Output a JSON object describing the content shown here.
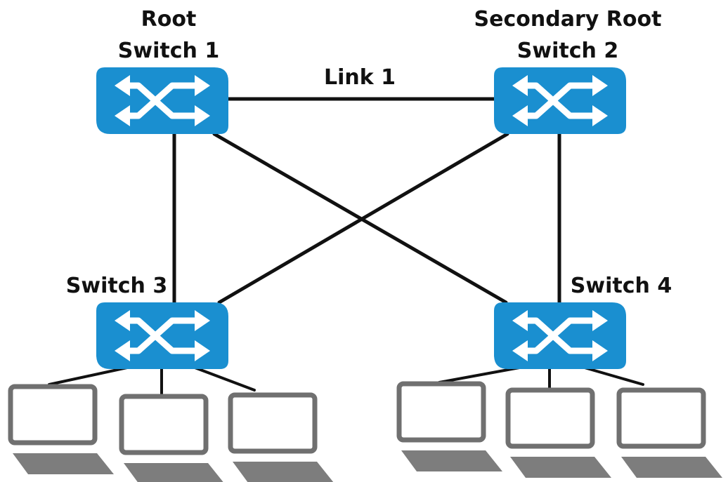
{
  "colors": {
    "switch_fill": "#1a8fd0",
    "link": "#111111",
    "laptop_stroke": "#707070",
    "laptop_base": "#7d7d7d"
  },
  "switches": [
    {
      "id": "switch1",
      "lines": [
        "Root",
        "Switch 1"
      ],
      "icon": "switch-arrows-icon"
    },
    {
      "id": "switch2",
      "lines": [
        "Secondary Root",
        "Switch 2"
      ],
      "icon": "switch-arrows-icon"
    },
    {
      "id": "switch3",
      "lines": [
        "Switch 3"
      ],
      "icon": "switch-arrows-icon"
    },
    {
      "id": "switch4",
      "lines": [
        "Switch 4"
      ],
      "icon": "switch-arrows-icon"
    }
  ],
  "links": [
    {
      "from": "switch1",
      "to": "switch2",
      "label": "Link 1"
    },
    {
      "from": "switch1",
      "to": "switch3",
      "label": ""
    },
    {
      "from": "switch1",
      "to": "switch4",
      "label": ""
    },
    {
      "from": "switch2",
      "to": "switch3",
      "label": ""
    },
    {
      "from": "switch2",
      "to": "switch4",
      "label": ""
    }
  ],
  "hosts": [
    {
      "switch": "switch3",
      "icon": "laptop-icon",
      "count": 3
    },
    {
      "switch": "switch4",
      "icon": "laptop-icon",
      "count": 3
    }
  ]
}
